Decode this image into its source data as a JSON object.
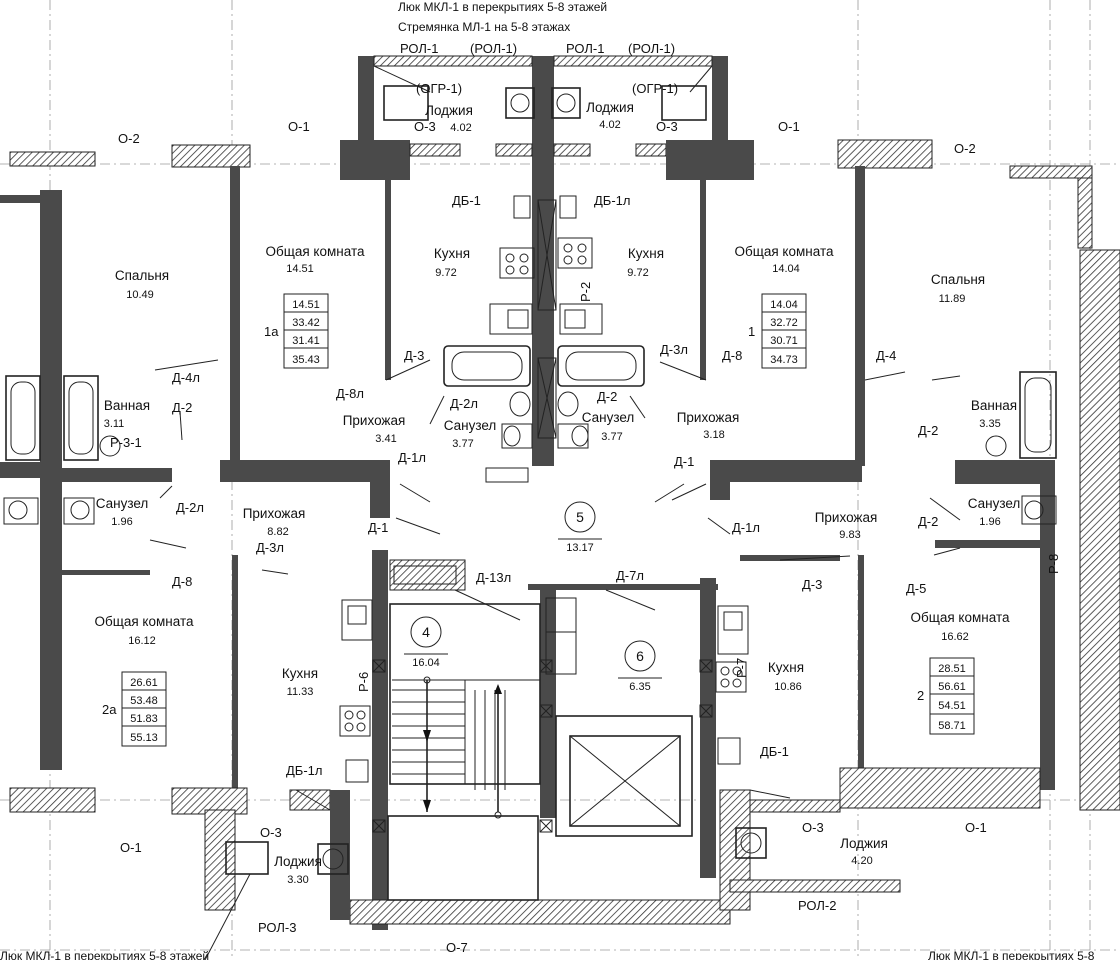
{
  "notes": {
    "hatch_top": "Люк МКЛ-1 в перекрытиях 5-8 этажей",
    "ladder_top": "Стремянка МЛ-1 на 5-8 этажах",
    "hatch_bottom_left": "Люк МКЛ-1 в перекрытиях 5-8 этажей",
    "hatch_bottom_right": "Люк МКЛ-1 в перекрытиях 5-8"
  },
  "rooms": [
    {
      "name": "Лоджия",
      "area": "4.02"
    },
    {
      "name": "Лоджия",
      "area": "4.02"
    },
    {
      "name": "Спальня",
      "area": "10.49"
    },
    {
      "name": "Общая комната",
      "area": "14.51"
    },
    {
      "name": "Кухня",
      "area": "9.72"
    },
    {
      "name": "Кухня",
      "area": "9.72"
    },
    {
      "name": "Общая комната",
      "area": "14.04"
    },
    {
      "name": "Спальня",
      "area": "11.89"
    },
    {
      "name": "Ванная",
      "area": "3.11"
    },
    {
      "name": "Прихожая",
      "area": "3.41"
    },
    {
      "name": "Санузел",
      "area": "3.77"
    },
    {
      "name": "Санузел",
      "area": "3.77"
    },
    {
      "name": "Прихожая",
      "area": "3.18"
    },
    {
      "name": "Ванная",
      "area": "3.35"
    },
    {
      "name": "Санузел",
      "area": "1.96"
    },
    {
      "name": "Прихожая",
      "area": "8.82"
    },
    {
      "name": "Прихожая",
      "area": "9.83"
    },
    {
      "name": "Санузел",
      "area": "1.96"
    },
    {
      "name": "Общая комната",
      "area": "16.12"
    },
    {
      "name": "Кухня",
      "area": "11.33"
    },
    {
      "name": "Кухня",
      "area": "10.86"
    },
    {
      "name": "Общая комната",
      "area": "16.62"
    },
    {
      "name": "Лоджия",
      "area": "3.30"
    },
    {
      "name": "Лоджия",
      "area": "4.20"
    }
  ],
  "apartments": [
    {
      "id": "1а",
      "values": [
        "14.51",
        "33.42",
        "31.41",
        "35.43"
      ]
    },
    {
      "id": "1",
      "values": [
        "14.04",
        "32.72",
        "30.71",
        "34.73"
      ]
    },
    {
      "id": "2а",
      "values": [
        "26.61",
        "53.48",
        "51.83",
        "55.13"
      ]
    },
    {
      "id": "2",
      "values": [
        "28.51",
        "56.61",
        "54.51",
        "58.71"
      ]
    }
  ],
  "common_spaces": [
    {
      "num": "5",
      "area": "13.17"
    },
    {
      "num": "4",
      "area": "16.04"
    },
    {
      "num": "6",
      "area": "6.35"
    }
  ],
  "marks": {
    "rol1a": "РОЛ-1",
    "rol1b": "(РОЛ-1)",
    "rol1c": "РОЛ-1",
    "rol1d": "(РОЛ-1)",
    "ogr1a": "(ОГР-1)",
    "ogr1b": "(ОГР-1)",
    "o3a": "О-3",
    "o3b": "О-3",
    "o3c": "О-3",
    "o3d": "О-3",
    "o1a": "О-1",
    "o1b": "О-1",
    "o1c": "О-1",
    "o1d": "О-1",
    "o2a": "О-2",
    "o2b": "О-2",
    "db1": "ДБ-1",
    "db1l": "ДБ-1л",
    "db1l2": "ДБ-1л",
    "db1b": "ДБ-1",
    "r2": "Р-2",
    "r6": "Р-6",
    "r7": "Р-7",
    "r8": "Р-8",
    "r31": "Р-3-1",
    "d3": "Д-3",
    "d8l": "Д-8л",
    "d3l": "Д-3л",
    "d8": "Д-8",
    "d4": "Д-4",
    "d4l": "Д-4л",
    "d2a": "Д-2",
    "d2l": "Д-2л",
    "d2b": "Д-2",
    "d2c": "Д-2",
    "d1l": "Д-1л",
    "d1": "Д-1",
    "d2l2": "Д-2л",
    "d1b": "Д-1",
    "d1l2": "Д-1л",
    "d3l2": "Д-3л",
    "d2d": "Д-2",
    "d8b": "Д-8",
    "d13l": "Д-13л",
    "d7l": "Д-7л",
    "d3b": "Д-3",
    "d5": "Д-5",
    "rol2": "РОЛ-2",
    "rol3": "РОЛ-3",
    "o7": "О-7"
  }
}
